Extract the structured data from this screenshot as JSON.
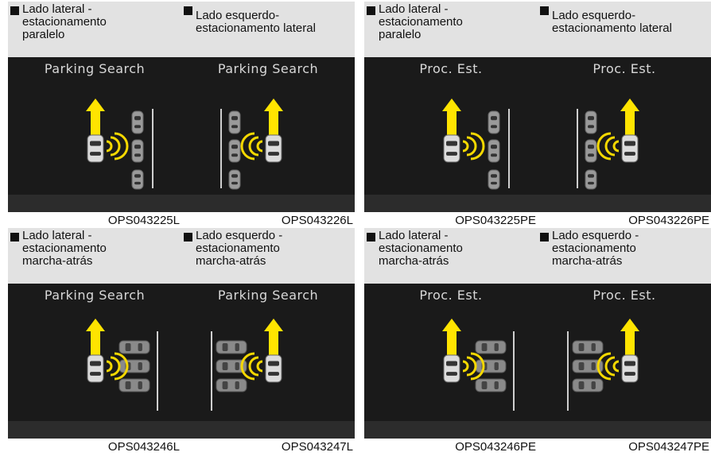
{
  "panels": [
    {
      "caption": "Lado lateral -\nestacionamento\nparalelo",
      "title": "Parking Search",
      "code": "OPS043225L",
      "side": "right",
      "mode": "parallel"
    },
    {
      "caption": "Lado esquerdo-\nestacionamento lateral",
      "title": "Parking Search",
      "code": "OPS043226L",
      "side": "left",
      "mode": "parallel"
    },
    {
      "caption": "Lado lateral -\nestacionamento\nparalelo",
      "title": "Proc. Est.",
      "code": "OPS043225PE",
      "side": "right",
      "mode": "parallel"
    },
    {
      "caption": "Lado esquerdo-\nestacionamento lateral",
      "title": "Proc. Est.",
      "code": "OPS043226PE",
      "side": "left",
      "mode": "parallel"
    },
    {
      "caption": "Lado lateral -\nestacionamento\nmarcha-atrás",
      "title": "Parking Search",
      "code": "OPS043246L",
      "side": "right",
      "mode": "reverse"
    },
    {
      "caption": "Lado esquerdo -\nestacionamento\nmarcha-atrás",
      "title": "Parking Search",
      "code": "OPS043247L",
      "side": "left",
      "mode": "reverse"
    },
    {
      "caption": "Lado lateral -\nestacionamento\nmarcha-atrás",
      "title": "Proc. Est.",
      "code": "OPS043246PE",
      "side": "right",
      "mode": "reverse"
    },
    {
      "caption": "Lado esquerdo -\nestacionamento\nmarcha-atrás",
      "title": "Proc. Est.",
      "code": "OPS043247PE",
      "side": "left",
      "mode": "reverse"
    }
  ],
  "colors": {
    "arrow": "#ffe400",
    "waves": "#f5d800",
    "screen": "#1a1a1a",
    "caption_bg": "#e2e2e2"
  }
}
